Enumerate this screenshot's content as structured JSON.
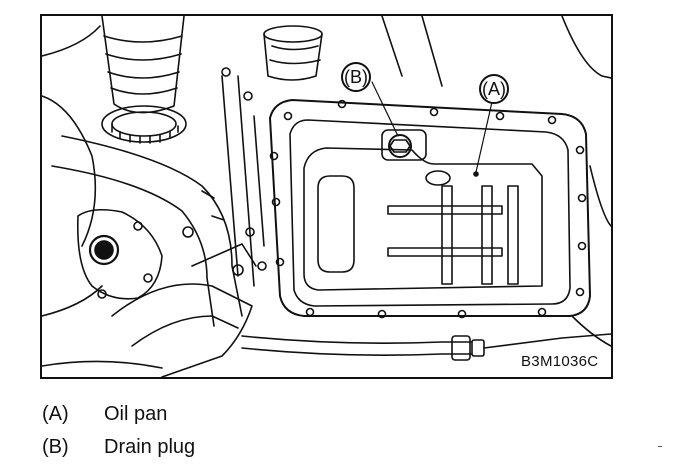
{
  "figure": {
    "code": "B3M1036C",
    "callouts": [
      {
        "letter": "B",
        "circle_label": "(B)"
      },
      {
        "letter": "A",
        "circle_label": "(A)"
      }
    ]
  },
  "legend": [
    {
      "key": "(A)",
      "label": "Oil pan"
    },
    {
      "key": "(B)",
      "label": "Drain plug"
    }
  ]
}
